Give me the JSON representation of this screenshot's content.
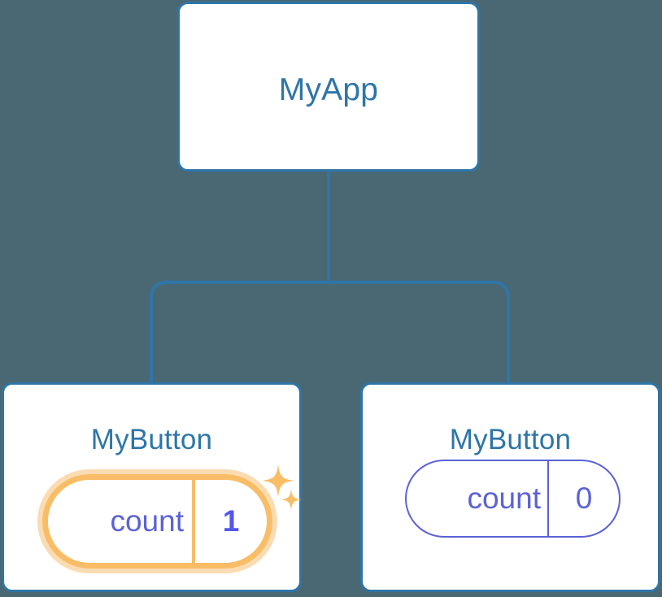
{
  "theme": {
    "background": "#4a6873",
    "node_border": "#2e75a8",
    "node_fill": "#ffffff",
    "node_text": "#2e75a8",
    "connector": "#2e75a8",
    "state_text": "#5b62d6",
    "highlight_border": "#f8bd66",
    "highlight_glow": "#fbdcb2",
    "highlight_value_text": "#5457e8",
    "sparkle": "#f8bd66"
  },
  "tree": {
    "root": {
      "title": "MyApp"
    },
    "children": [
      {
        "title": "MyButton",
        "state": {
          "label": "count",
          "value": "1"
        },
        "highlighted": true,
        "sparkle_icons": [
          "sparkle-large-icon",
          "sparkle-small-icon"
        ]
      },
      {
        "title": "MyButton",
        "state": {
          "label": "count",
          "value": "0"
        },
        "highlighted": false
      }
    ]
  }
}
